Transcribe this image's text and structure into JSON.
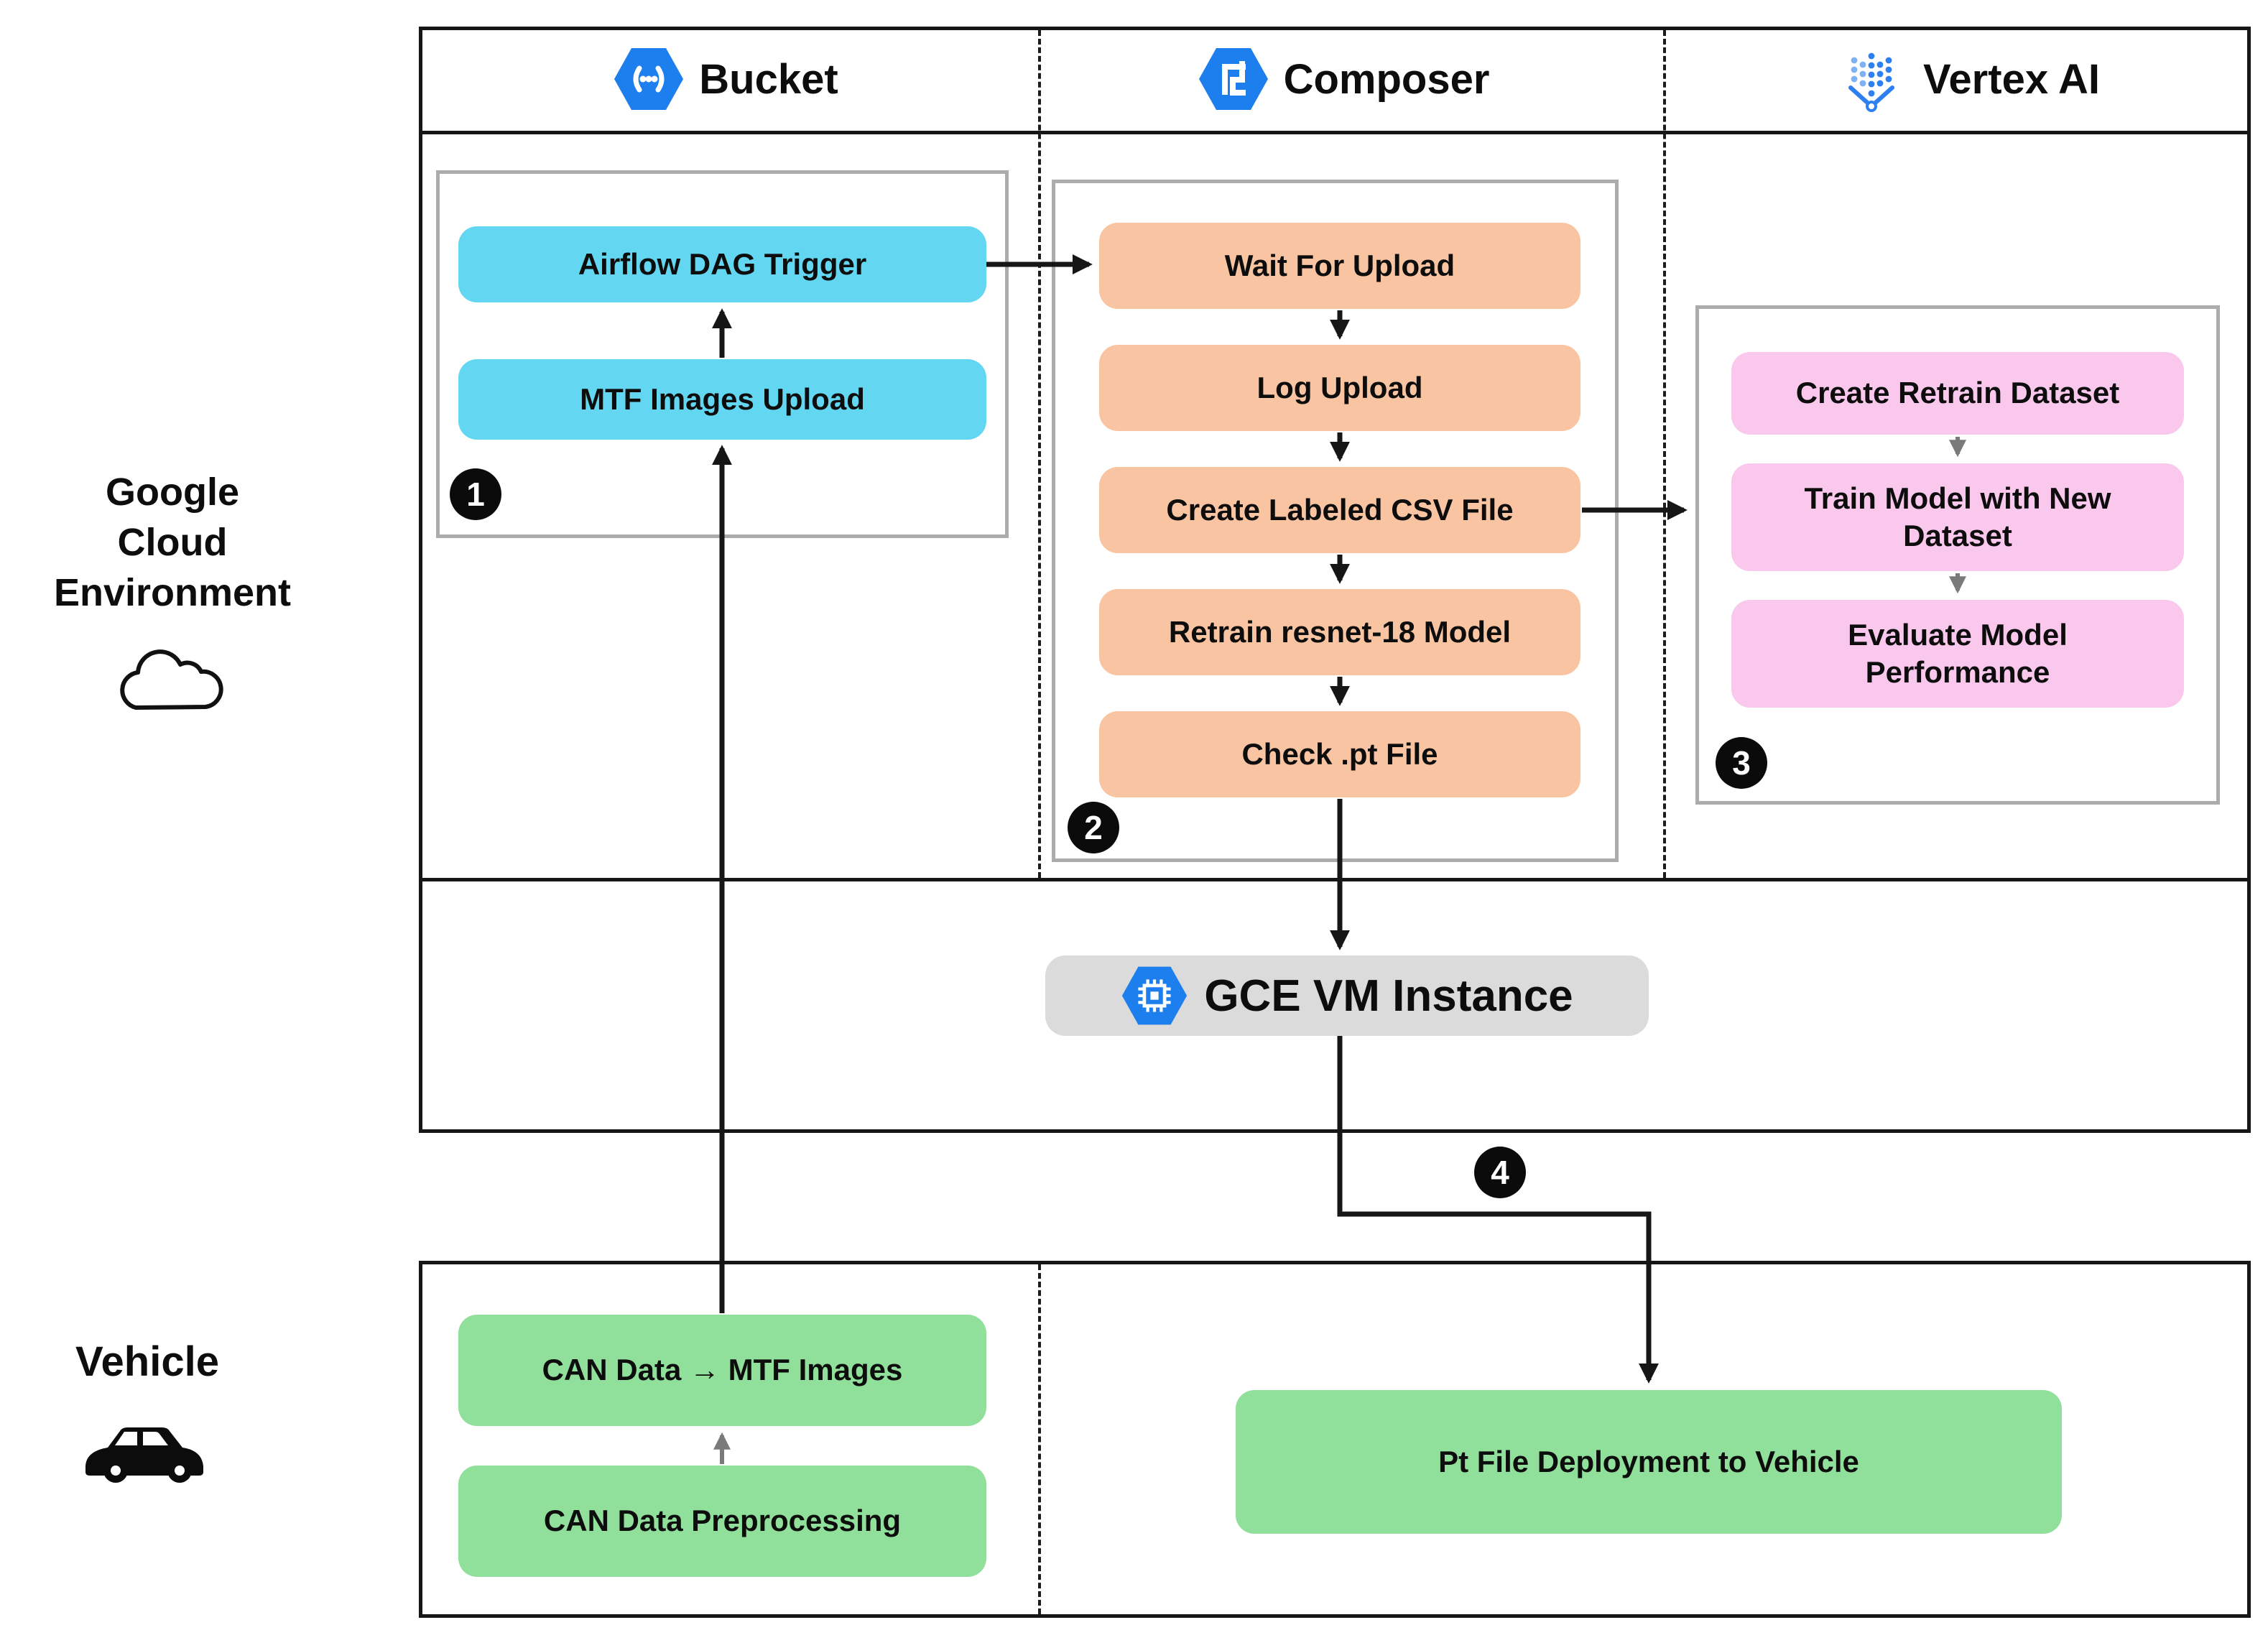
{
  "lanes": {
    "bucket": "Bucket",
    "composer": "Composer",
    "vertex_ai": "Vertex AI"
  },
  "left": {
    "cloud_line1": "Google",
    "cloud_line2": "Cloud",
    "cloud_line3": "Environment",
    "vehicle": "Vehicle"
  },
  "nodes": {
    "airflow_dag_trigger": "Airflow DAG Trigger",
    "mtf_images_upload": "MTF Images Upload",
    "wait_for_upload": "Wait For Upload",
    "log_upload": "Log Upload",
    "create_labeled_csv": "Create Labeled CSV File",
    "retrain_resnet": "Retrain resnet-18 Model",
    "check_pt_file": "Check .pt File",
    "create_retrain_dataset": "Create Retrain Dataset",
    "train_model_new_dataset": "Train Model with New Dataset",
    "evaluate_model_performance": "Evaluate Model Performance",
    "gce_vm_instance": "GCE VM Instance",
    "can_data_to_mtf_images": "CAN Data → MTF Images",
    "can_data_preprocessing": "CAN Data Preprocessing",
    "pt_file_deployment": "Pt File Deployment to Vehicle"
  },
  "badges": {
    "one": "1",
    "two": "2",
    "three": "3",
    "four": "4"
  },
  "icons": {
    "bucket": "gcs-bucket-hexagon",
    "composer": "cloud-composer-hexagon",
    "vertex_ai": "vertex-ai-dotted-v",
    "gce": "compute-engine-chip-hexagon",
    "cloud": "cloud-outline",
    "car": "car-silhouette"
  },
  "colors": {
    "node_cyan": "#63D7F2",
    "node_orange": "#F9C4A2",
    "node_pink": "#F9C8EC",
    "node_green": "#90E09B",
    "gce_gray": "#DBDBDB",
    "icon_blue": "#1D7EED",
    "container_border": "#ACACAC",
    "line_black": "#161616",
    "line_gray": "#7A7A7A"
  }
}
